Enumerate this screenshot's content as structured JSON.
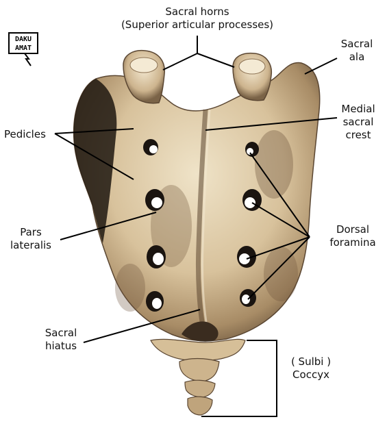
{
  "watermark": {
    "line1": "DAKU",
    "line2": "AMAT"
  },
  "labels": {
    "sacral_horns": {
      "line1": "Sacral horns",
      "line2": "(Superior articular processes)"
    },
    "sacral_ala": {
      "line1": "Sacral",
      "line2": "ala"
    },
    "pedicles": "Pedicles",
    "medial_sacral_crest": {
      "line1": "Medial",
      "line2": "sacral",
      "line3": "crest"
    },
    "pars_lateralis": {
      "line1": "Pars",
      "line2": "lateralis"
    },
    "dorsal_foramina": {
      "line1": "Dorsal",
      "line2": "foramina"
    },
    "sacral_hiatus": {
      "line1": "Sacral",
      "line2": "hiatus"
    },
    "coccyx": {
      "line1": "( Sulbi )",
      "line2": "Coccyx"
    }
  },
  "colors": {
    "bone_light": "#e8d9bd",
    "bone_mid": "#c9b08a",
    "bone_dark": "#6b5640",
    "bone_shadow": "#2a2018",
    "line": "#000000"
  }
}
